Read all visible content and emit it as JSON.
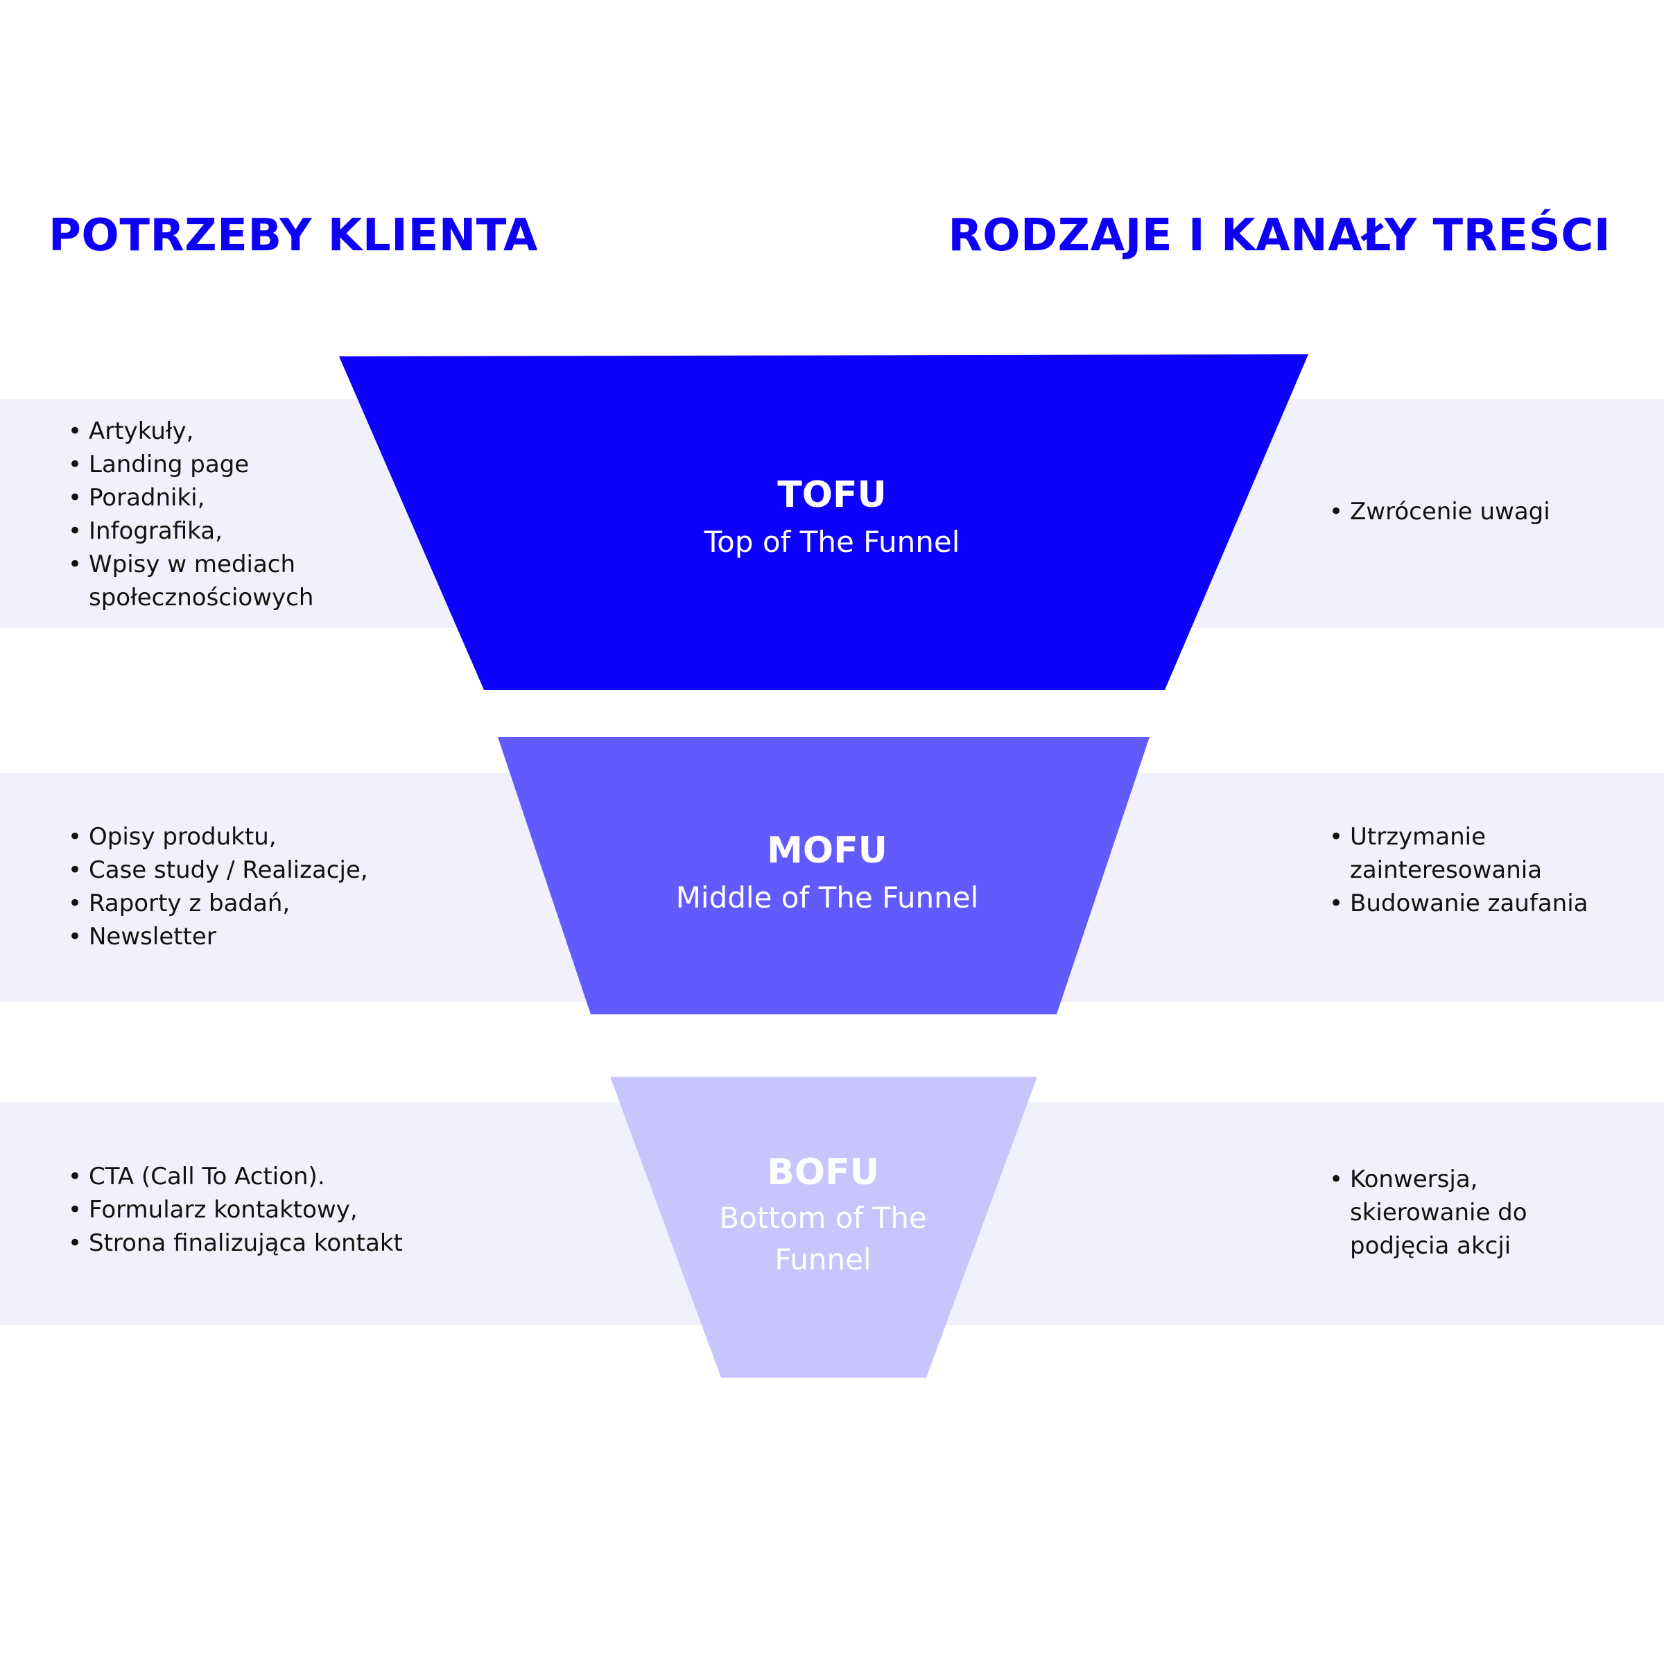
{
  "headings": {
    "left": "POTRZEBY KLIENTA",
    "right": "RODZAJE I KANAŁY TREŚCI"
  },
  "colors": {
    "heading": "#0e00f5",
    "band": "#f1f1fd",
    "tofu": "#0d00fb",
    "mofu": "#615afc",
    "bofu": "#c7c5fc"
  },
  "stages": [
    {
      "title": "TOFU",
      "subtitle": "Top of The Funnel",
      "content_types": [
        "Artykuły,",
        "Landing page",
        "Poradniki,",
        "Infografika,",
        "Wpisy w mediach społecznościowych"
      ],
      "customer_needs": [
        "Zwrócenie uwagi"
      ]
    },
    {
      "title": "MOFU",
      "subtitle": "Middle of The Funnel",
      "content_types": [
        "Opisy produktu,",
        "Case study / Realizacje,",
        "Raporty z badań,",
        "Newsletter"
      ],
      "customer_needs": [
        "Utrzymanie zainteresowania",
        "Budowanie zaufania"
      ]
    },
    {
      "title": "BOFU",
      "subtitle": "Bottom of The Funnel",
      "content_types": [
        "CTA (Call To Action).",
        "Formularz kontaktowy,",
        "Strona finalizująca kontakt"
      ],
      "customer_needs": [
        "Konwersja, skierowanie do podjęcia akcji"
      ]
    }
  ]
}
